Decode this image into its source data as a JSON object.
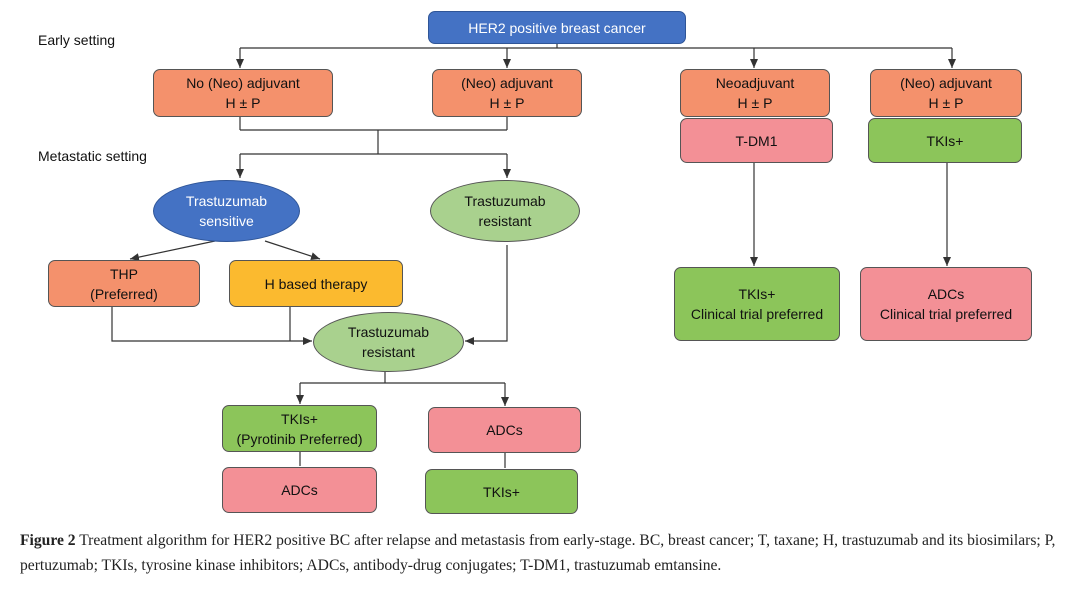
{
  "labels": {
    "early": "Early setting",
    "metastatic": "Metastatic setting"
  },
  "nodes": {
    "root": [
      "HER2 positive breast cancer"
    ],
    "no_neo_adjuvant": [
      "No (Neo) adjuvant",
      "H ± P"
    ],
    "neo_adjuvant_1": [
      "(Neo) adjuvant",
      "H ± P"
    ],
    "neoadjuvant": [
      "Neoadjuvant",
      "H ± P"
    ],
    "neo_adjuvant_2": [
      "(Neo) adjuvant",
      "H ± P"
    ],
    "tdm1": [
      "T-DM1"
    ],
    "tkis_top": [
      "TKIs+"
    ],
    "tras_sensitive": [
      "Trastuzumab",
      "sensitive"
    ],
    "tras_resistant_1": [
      "Trastuzumab",
      "resistant"
    ],
    "thp": [
      "THP",
      "(Preferred)"
    ],
    "h_based": [
      "H based therapy"
    ],
    "tras_resistant_2": [
      "Trastuzumab",
      "resistant"
    ],
    "tkis_pyrotinib": [
      "TKIs+",
      "(Pyrotinib Preferred)"
    ],
    "adcs_mid": [
      "ADCs"
    ],
    "adcs_bottom": [
      "ADCs"
    ],
    "tkis_bottom": [
      "TKIs+"
    ],
    "tkis_trial": [
      "TKIs+",
      "Clinical trial preferred"
    ],
    "adcs_trial": [
      "ADCs",
      "Clinical trial preferred"
    ]
  },
  "caption": {
    "label": "Figure 2",
    "text": " Treatment algorithm for HER2 positive BC after relapse and metastasis from early-stage. BC, breast cancer; T, taxane; H, trastuzumab and its biosimilars; P, pertuzumab; TKIs, tyrosine kinase inhibitors; ADCs, antibody-drug conjugates; T-DM1, trastuzumab emtansine."
  },
  "colors": {
    "blue": "#4472c4",
    "salmon": "#f4916c",
    "pink": "#f39096",
    "green": "#8cc55a",
    "lightgreen": "#a9d18e",
    "orange": "#fbba2f"
  }
}
